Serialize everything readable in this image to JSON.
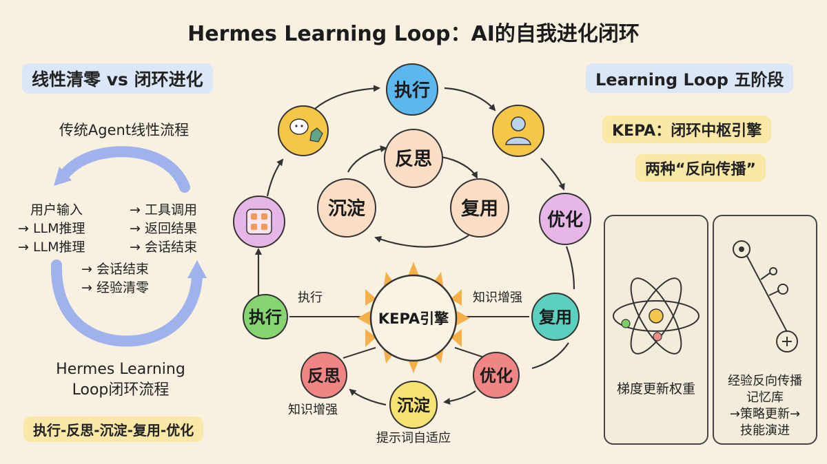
{
  "title": "Hermes Learning Loop：AI的自我进化闭环",
  "left": {
    "heading": "线性清零 vs 闭环进化",
    "linear_title": "传统Agent线性流程",
    "flow_left": [
      "用户输入",
      "→ LLM推理",
      "→ LLM推理"
    ],
    "flow_right": [
      "→ 工具调用",
      "→ 返回结果",
      "→ 会话结束"
    ],
    "flow_bottom": [
      "→ 会话结束",
      "→ 经验清零"
    ],
    "loop_title_1": "Hermes Learning",
    "loop_title_2": "Loop闭环流程",
    "loop_steps": "执行-反思-沉淀-复用-优化"
  },
  "center": {
    "outer_nodes": {
      "top": "执行",
      "right": "优化"
    },
    "inner_nodes": [
      "反思",
      "复用",
      "沉淀"
    ],
    "engine": "KEPA引擎",
    "lower_nodes": {
      "exec": "执行",
      "reuse": "复用",
      "optimize": "优化",
      "deposit": "沉淀",
      "reflect": "反思"
    },
    "edge_labels": {
      "exec": "执行",
      "knowledge_right": "知识增强",
      "knowledge_left": "知识增强",
      "prompt": "提示词自适应"
    }
  },
  "right": {
    "heading": "Learning Loop 五阶段",
    "kepa": "KEPA：闭环中枢引擎",
    "backprop": "两种“反向传播”",
    "panel1_label": "梯度更新权重",
    "panel2_label_lines": [
      "经验反向传播",
      "记忆库",
      "→策略更新→",
      "技能演进"
    ]
  },
  "colors": {
    "background": "#f8f1e2",
    "blue_node": "#5cb8ec",
    "orange_node": "#f6c646",
    "purple_node": "#e6b7e6",
    "peach_node": "#f9ddc4",
    "green_node": "#86d473",
    "teal_node": "#5ccfbe",
    "red_node": "#f08585",
    "yellow_node": "#f7e371",
    "arrow_blue": "#9fb2ec"
  }
}
